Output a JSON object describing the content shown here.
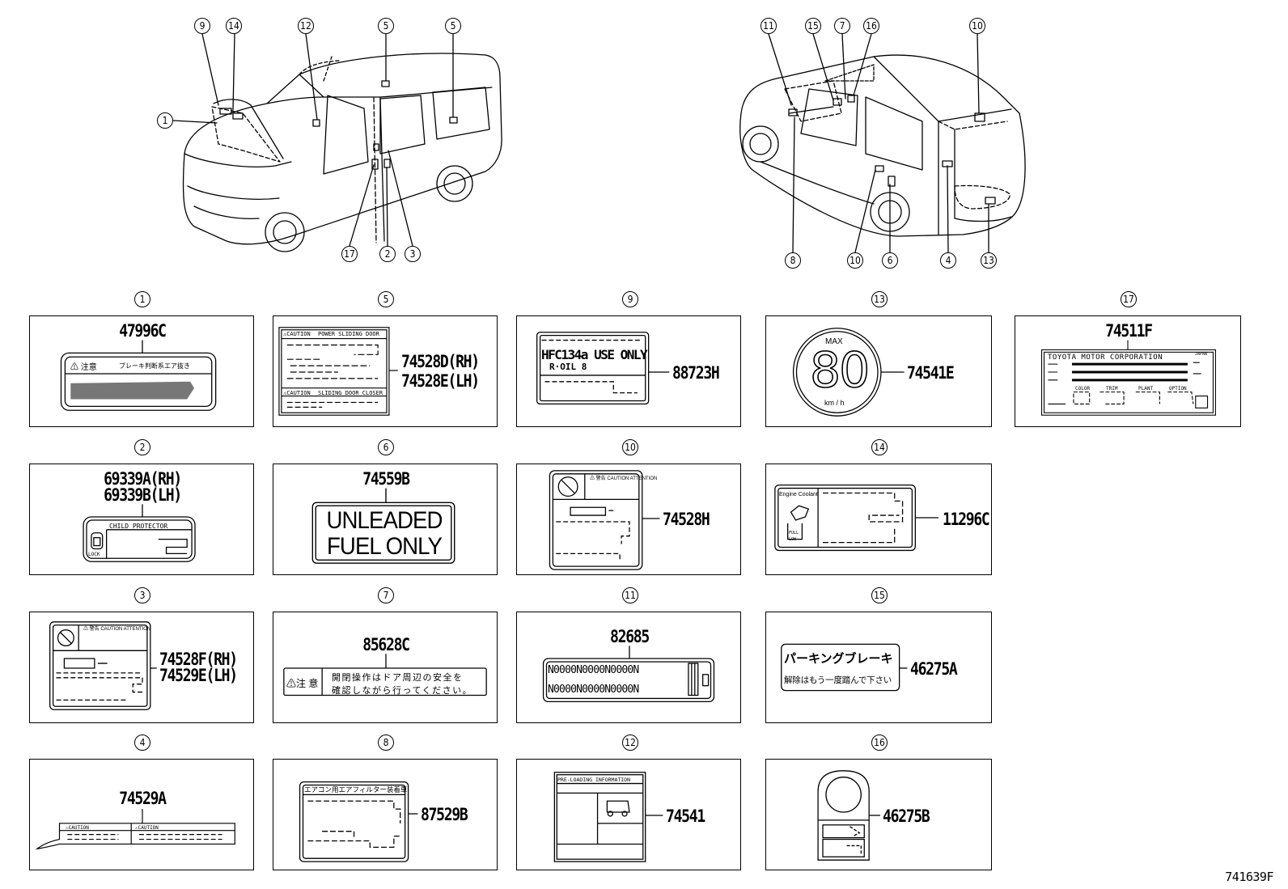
{
  "diagram_code": "741639F",
  "overview": {
    "front_view_callouts": [
      "9",
      "14",
      "12",
      "5",
      "5",
      "1",
      "17",
      "2",
      "3"
    ],
    "rear_view_callouts": [
      "11",
      "15",
      "7",
      "16",
      "10",
      "8",
      "10",
      "6",
      "4",
      "13"
    ]
  },
  "panels": [
    {
      "num": "1",
      "part": "47996C",
      "label_head": "注意",
      "label_text": "ブレーキ判断系エア抜き"
    },
    {
      "num": "5",
      "part_a": "74528D(RH)",
      "part_b": "74528E(LH)",
      "caution1": "CAUTION",
      "title1": "POWER SLIDING DOOR",
      "caution2": "CAUTION",
      "title2": "SLIDING DOOR CLOSER"
    },
    {
      "num": "9",
      "part": "88723H",
      "line1": "HFC134a USE ONLY",
      "line2": "R·OIL 8"
    },
    {
      "num": "13",
      "part": "74541E",
      "max": "MAX",
      "speed": "80",
      "unit": "km / h"
    },
    {
      "num": "17",
      "part": "74511F",
      "maker": "TOYOTA MOTOR CORPORATION",
      "japan": "JAPAN",
      "f1": "COLOR",
      "f2": "TRIM",
      "f3": "PLANT",
      "f4": "OPTION"
    },
    {
      "num": "2",
      "part_a": "69339A(RH)",
      "part_b": "69339B(LH)",
      "title": "CHILD PROTECTOR",
      "lock": "LOCK"
    },
    {
      "num": "6",
      "part": "74559B",
      "line1": "UNLEADED",
      "line2": "FUEL ONLY"
    },
    {
      "num": "10",
      "part": "74528H",
      "warn": "警告 CAUTION ATTENTION"
    },
    {
      "num": "14",
      "part": "11296C",
      "title": "Engine Coolant",
      "full": "FULL",
      "low": "LOW"
    },
    {
      "num": "3",
      "part_a": "74528F(RH)",
      "part_b": "74529E(LH)",
      "warn": "警告 CAUTION ATTENTION"
    },
    {
      "num": "7",
      "part": "85628C",
      "head": "注 意",
      "line1": "開閉操作はドア周辺の安全を",
      "line2": "確認しながら行ってください。"
    },
    {
      "num": "11",
      "part": "82685",
      "code": "N0000N0000N0000N"
    },
    {
      "num": "15",
      "part": "46275A",
      "line1": "パーキングブレーキ",
      "line2": "解除はもう一度踏んで下さい"
    },
    {
      "num": "4",
      "part": "74529A",
      "c1": "CAUTION",
      "c2": "CAUTION"
    },
    {
      "num": "8",
      "part": "87529B",
      "title": "エアコン用エアフィルター装着車"
    },
    {
      "num": "12",
      "part": "74541",
      "title": "PRE-LOADING INFORMATION"
    },
    {
      "num": "16",
      "part": "46275B"
    }
  ]
}
